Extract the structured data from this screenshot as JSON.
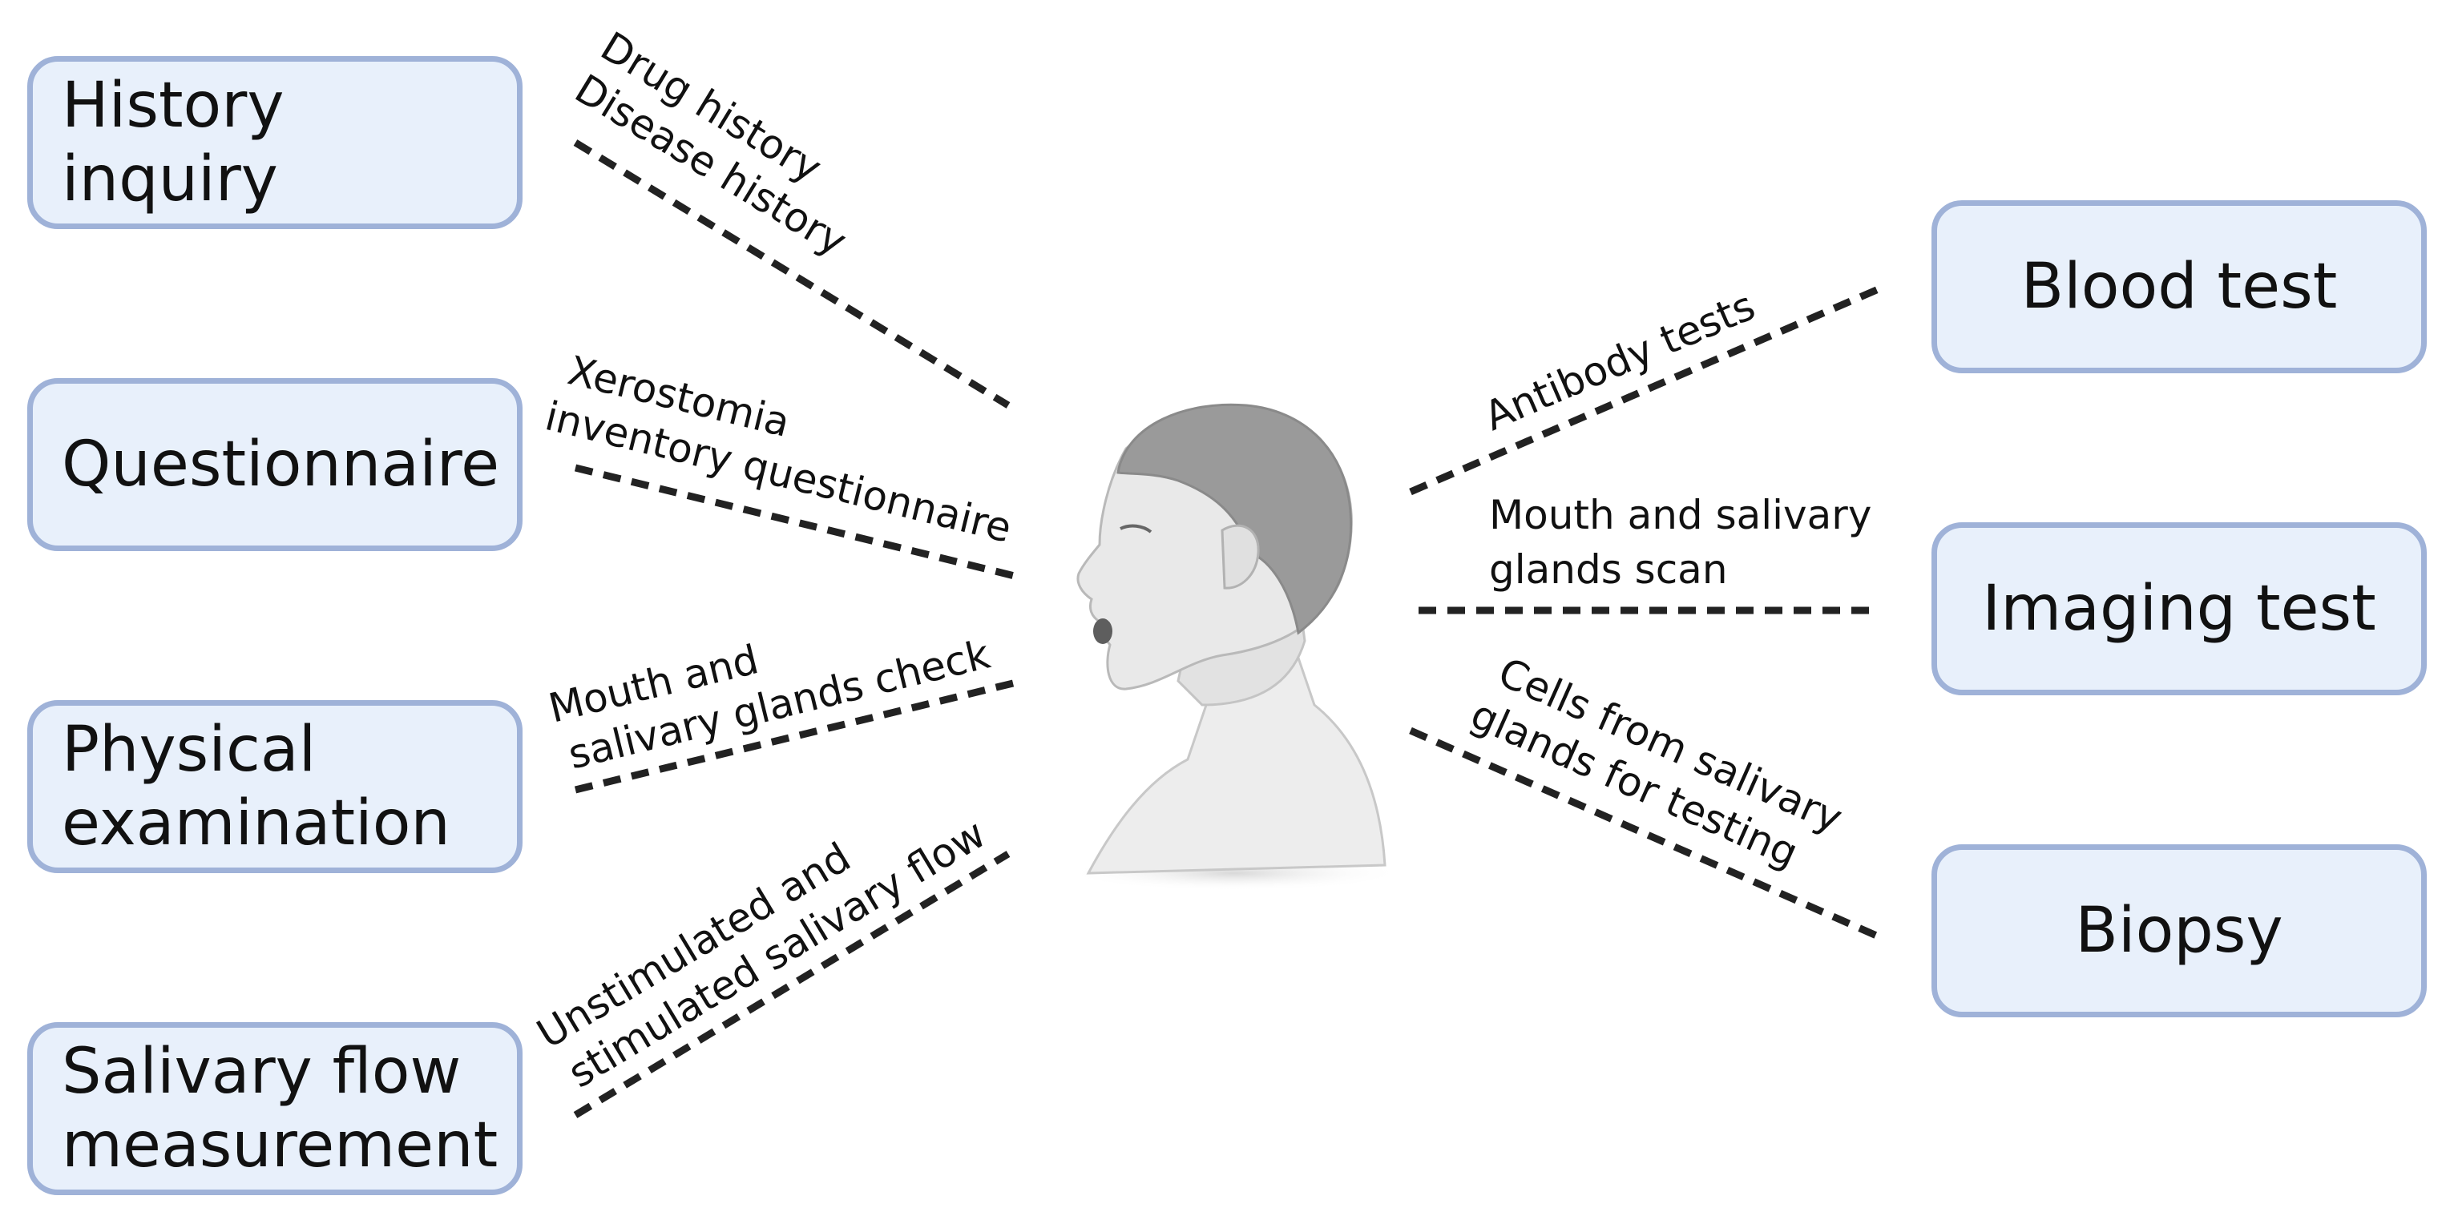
{
  "diagram": {
    "center_figure": "human-head-profile",
    "left_items": [
      {
        "box": "History inquiry",
        "annotation": [
          "Drug history",
          "Disease history"
        ]
      },
      {
        "box": "Questionnaire",
        "annotation": [
          "Xerostomia",
          "inventory questionnaire"
        ]
      },
      {
        "box": "Physical\nexamination",
        "annotation": [
          "Mouth and",
          "salivary glands check"
        ]
      },
      {
        "box": "Salivary flow\nmeasurement",
        "annotation": [
          "Unstimulated and",
          "stimulated salivary flow"
        ]
      }
    ],
    "right_items": [
      {
        "box": "Blood test",
        "annotation": [
          "Antibody tests"
        ]
      },
      {
        "box": "Imaging test",
        "annotation": [
          "Mouth and salivary",
          "glands scan"
        ]
      },
      {
        "box": "Biopsy",
        "annotation": [
          "Cells from salivary",
          "glands for testing"
        ]
      }
    ],
    "colors": {
      "box_fill": "#e8f0fb",
      "box_border": "#9fb2d8",
      "connector": "#222222",
      "text": "#111111",
      "figure_skin": "#e6e6e6",
      "figure_hair": "#9a9a9a"
    }
  }
}
